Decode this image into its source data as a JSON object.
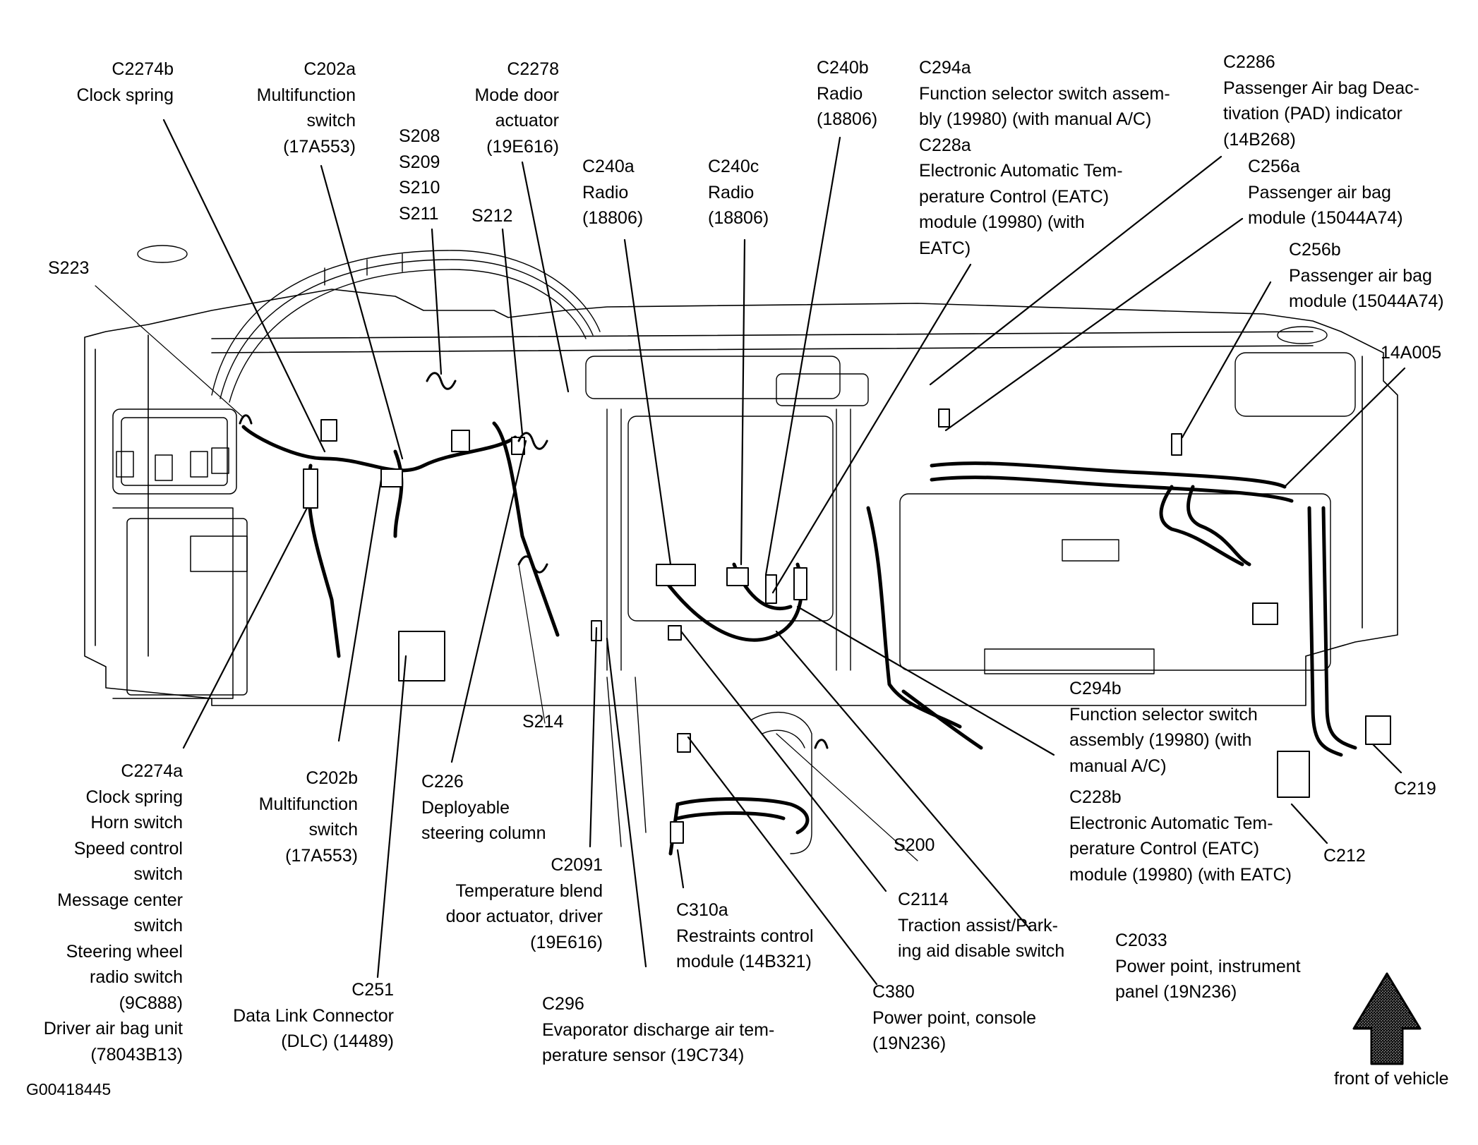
{
  "figure_id": "G00418445",
  "orientation_label": "front of vehicle",
  "callouts": [
    {
      "id": "c2274b",
      "lines": [
        "C2274b",
        "Clock spring"
      ]
    },
    {
      "id": "c202a",
      "lines": [
        "C202a",
        "Multifunction",
        "switch",
        "(17A553)"
      ]
    },
    {
      "id": "s208-211",
      "lines": [
        "S208",
        "S209",
        "S210",
        "S211"
      ]
    },
    {
      "id": "c2278",
      "lines": [
        "C2278",
        "Mode door",
        "actuator",
        "(19E616)"
      ]
    },
    {
      "id": "s212",
      "lines": [
        "S212"
      ]
    },
    {
      "id": "s223",
      "lines": [
        "S223"
      ]
    },
    {
      "id": "c240a",
      "lines": [
        "C240a",
        "Radio",
        "(18806)"
      ]
    },
    {
      "id": "c240c",
      "lines": [
        "C240c",
        "Radio",
        "(18806)"
      ]
    },
    {
      "id": "c240b",
      "lines": [
        "C240b",
        "Radio",
        "(18806)"
      ]
    },
    {
      "id": "c294a-c228a",
      "lines": [
        "C294a",
        "Function selector switch assem-",
        "bly (19980) (with manual A/C)",
        "C228a",
        "Electronic Automatic Tem-",
        "perature Control (EATC)",
        "module (19980) (with",
        "EATC)"
      ]
    },
    {
      "id": "c2286",
      "lines": [
        "C2286",
        "Passenger Air bag Deac-",
        "tivation (PAD) indicator",
        "(14B268)"
      ]
    },
    {
      "id": "c256a",
      "lines": [
        "C256a",
        "Passenger air bag",
        "module (15044A74)"
      ]
    },
    {
      "id": "c256b",
      "lines": [
        "C256b",
        "Passenger air bag",
        "module (15044A74)"
      ]
    },
    {
      "id": "14a005",
      "lines": [
        "14A005"
      ]
    },
    {
      "id": "c2274a",
      "lines": [
        "C2274a",
        "Clock spring",
        "Horn switch",
        "Speed control",
        "switch",
        "Message center",
        "switch",
        "Steering wheel",
        "radio switch",
        "(9C888)",
        "Driver air bag unit",
        "(78043B13)"
      ]
    },
    {
      "id": "c202b",
      "lines": [
        "C202b",
        "Multifunction",
        "switch",
        "(17A553)"
      ]
    },
    {
      "id": "c251",
      "lines": [
        "C251",
        "Data Link Connector",
        "(DLC) (14489)"
      ]
    },
    {
      "id": "c226",
      "lines": [
        "C226",
        "Deployable",
        "steering column"
      ]
    },
    {
      "id": "s214",
      "lines": [
        "S214"
      ]
    },
    {
      "id": "c2091",
      "lines": [
        "C2091",
        "Temperature blend",
        "door actuator, driver",
        "(19E616)"
      ]
    },
    {
      "id": "c296",
      "lines": [
        "C296",
        "Evaporator discharge air tem-",
        "perature sensor (19C734)"
      ]
    },
    {
      "id": "c310a",
      "lines": [
        "C310a",
        "Restraints control",
        "module (14B321)"
      ]
    },
    {
      "id": "c380",
      "lines": [
        "C380",
        "Power point, console",
        "(19N236)"
      ]
    },
    {
      "id": "s200",
      "lines": [
        "S200"
      ]
    },
    {
      "id": "c2114",
      "lines": [
        "C2114",
        "Traction assist/Park-",
        "ing aid disable switch"
      ]
    },
    {
      "id": "c2033",
      "lines": [
        "C2033",
        "Power point, instrument",
        "panel (19N236)"
      ]
    },
    {
      "id": "c294b-c228b",
      "lines": [
        "C294b",
        "Function selector switch",
        "assembly (19980) (with",
        "manual A/C)",
        "C228b",
        "Electronic Automatic Tem-",
        "perature Control (EATC)",
        "module (19980) (with EATC)"
      ]
    },
    {
      "id": "c212",
      "lines": [
        "C212"
      ]
    },
    {
      "id": "c219",
      "lines": [
        "C219"
      ]
    }
  ]
}
